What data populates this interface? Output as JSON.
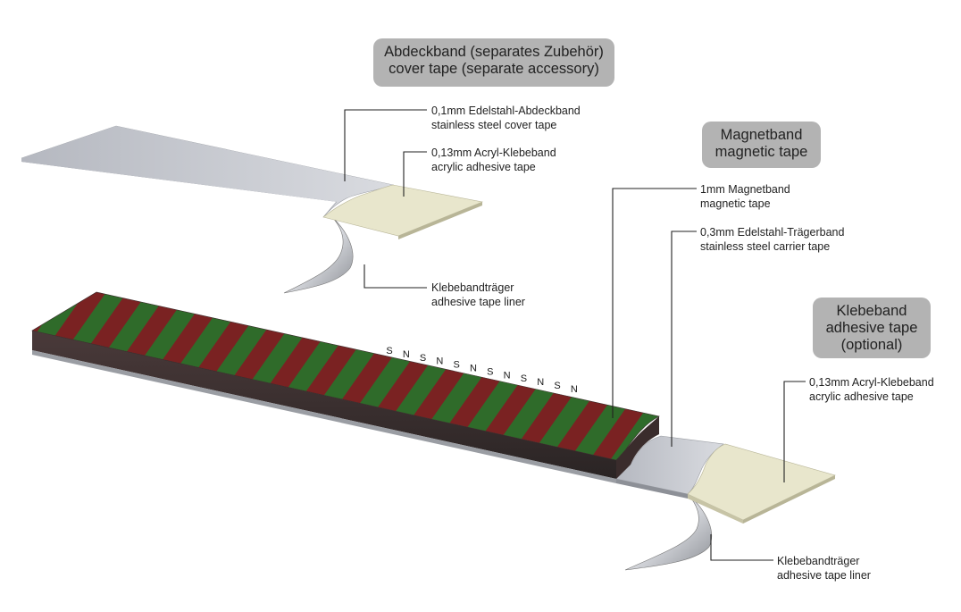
{
  "cover_group": {
    "title_line1": "Abdeckband (separates Zubehör)",
    "title_line2": "cover tape (separate accessory)",
    "steel_line1": "0,1mm Edelstahl-Abdeckband",
    "steel_line2": "stainless steel cover tape",
    "adhesive_line1": "0,13mm Acryl-Klebeband",
    "adhesive_line2": "acrylic adhesive tape",
    "liner_line1": "Klebebandträger",
    "liner_line2": "adhesive tape liner"
  },
  "magnet_group": {
    "title_line1": "Magnetband",
    "title_line2": "magnetic tape",
    "magnet_line1": "1mm Magnetband",
    "magnet_line2": "magnetic tape",
    "carrier_line1": "0,3mm Edelstahl-Trägerband",
    "carrier_line2": "stainless steel carrier tape"
  },
  "adhesive_group": {
    "title_line1": "Klebeband",
    "title_line2": "adhesive tape",
    "title_line3": "(optional)",
    "adhesive_line1": "0,13mm Acryl-Klebeband",
    "adhesive_line2": "acrylic adhesive tape",
    "liner_line1": "Klebebandträger",
    "liner_line2": "adhesive tape liner"
  },
  "poles": [
    "S",
    "N",
    "S",
    "N",
    "S",
    "N",
    "S",
    "N",
    "S",
    "N",
    "S",
    "N"
  ],
  "colors": {
    "badge": "#b3b3b3",
    "steel": "#c9ccd3",
    "adhesive": "#e8e6cc",
    "stripe_red": "#7a2222",
    "stripe_green": "#2f6b2a"
  }
}
